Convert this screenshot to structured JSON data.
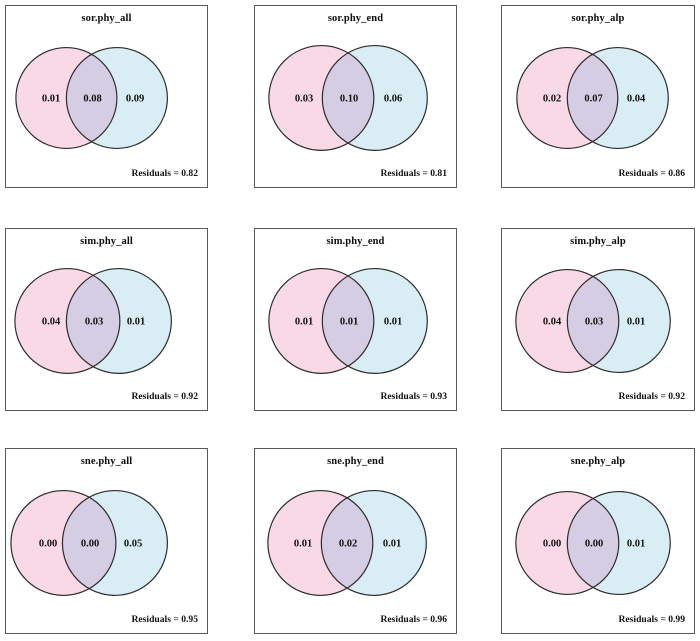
{
  "figure": {
    "layout": {
      "rows": 3,
      "cols": 3
    }
  },
  "colors": {
    "left_circle_fill": "#f9d9e6",
    "right_circle_fill": "#d9edf5",
    "intersection_fill": "#d5cde4",
    "circle_stroke": "#2b2b2b",
    "panel_border": "#5a5a5a",
    "background": "#ffffff",
    "text": "#111111"
  },
  "chart_data": {
    "type": "venn",
    "title": "",
    "panels": [
      {
        "title": "sor.phy_all",
        "left_only": "0.01",
        "intersection": "0.08",
        "right_only": "0.09",
        "residuals_label": "Residuals = 0.82",
        "residuals": 0.82
      },
      {
        "title": "sor.phy_end",
        "left_only": "0.03",
        "intersection": "0.10",
        "right_only": "0.06",
        "residuals_label": "Residuals = 0.81",
        "residuals": 0.81
      },
      {
        "title": "sor.phy_alp",
        "left_only": "0.02",
        "intersection": "0.07",
        "right_only": "0.04",
        "residuals_label": "Residuals = 0.86",
        "residuals": 0.86
      },
      {
        "title": "sim.phy_all",
        "left_only": "0.04",
        "intersection": "0.03",
        "right_only": "0.01",
        "residuals_label": "Residuals = 0.92",
        "residuals": 0.92
      },
      {
        "title": "sim.phy_end",
        "left_only": "0.01",
        "intersection": "0.01",
        "right_only": "0.01",
        "residuals_label": "Residuals = 0.93",
        "residuals": 0.93
      },
      {
        "title": "sim.phy_alp",
        "left_only": "0.04",
        "intersection": "0.03",
        "right_only": "0.01",
        "residuals_label": "Residuals = 0.92",
        "residuals": 0.92
      },
      {
        "title": "sne.phy_all",
        "left_only": "0.00",
        "intersection": "0.00",
        "right_only": "0.05",
        "residuals_label": "Residuals = 0.95",
        "residuals": 0.95
      },
      {
        "title": "sne.phy_end",
        "left_only": "0.01",
        "intersection": "0.02",
        "right_only": "0.01",
        "residuals_label": "Residuals = 0.96",
        "residuals": 0.96
      },
      {
        "title": "sne.phy_alp",
        "left_only": "0.00",
        "intersection": "0.00",
        "right_only": "0.01",
        "residuals_label": "Residuals = 0.99",
        "residuals": 0.99
      }
    ]
  }
}
